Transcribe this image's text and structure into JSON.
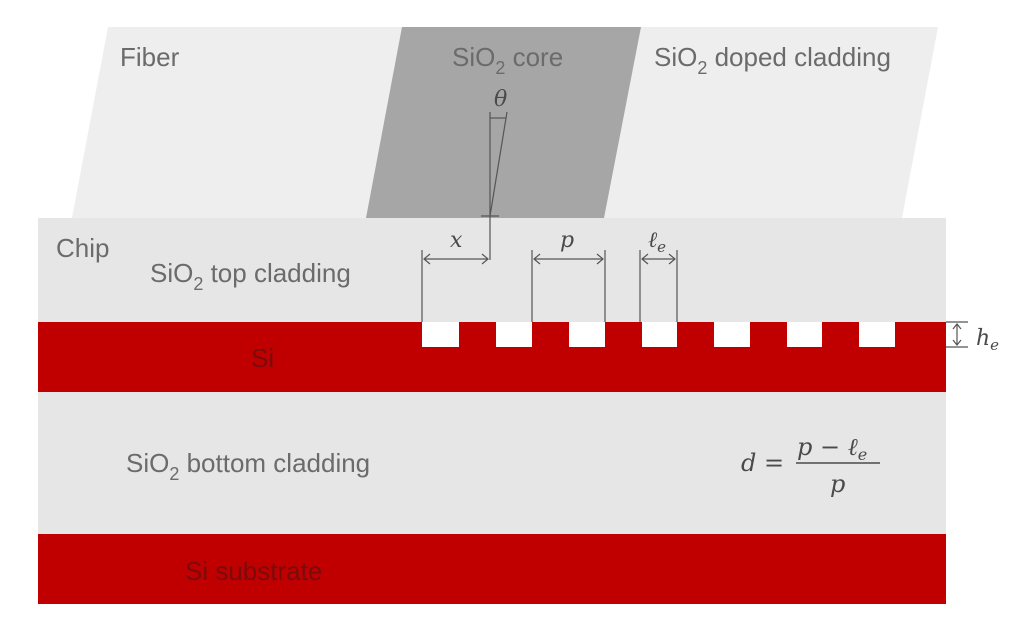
{
  "labels": {
    "fiber": "Fiber",
    "core_main": "SiO",
    "core_sub": "2",
    "core_rest": " core",
    "doped_main": "SiO",
    "doped_sub": "2",
    "doped_rest": " doped cladding",
    "chip": "Chip",
    "top_main": "SiO",
    "top_sub": "2",
    "top_rest": " top cladding",
    "si": "Si",
    "bottom_main": "SiO",
    "bottom_sub": "2",
    "bottom_rest": " bottom cladding",
    "substrate": "Si substrate"
  },
  "symbols": {
    "theta": "θ",
    "x": "x",
    "p": "p",
    "le_main": "ℓ",
    "le_sub": "e",
    "he_main": "h",
    "he_sub": "e"
  },
  "formula": {
    "lhs": "d =",
    "numerator": "p − ℓ",
    "numerator_sub": "e",
    "denominator": "p"
  },
  "colors": {
    "silicon": "#c00000",
    "chip_cladding": "#e6e6e6",
    "fiber_cladding": "#eeeeee",
    "fiber_core": "#a6a6a6"
  }
}
